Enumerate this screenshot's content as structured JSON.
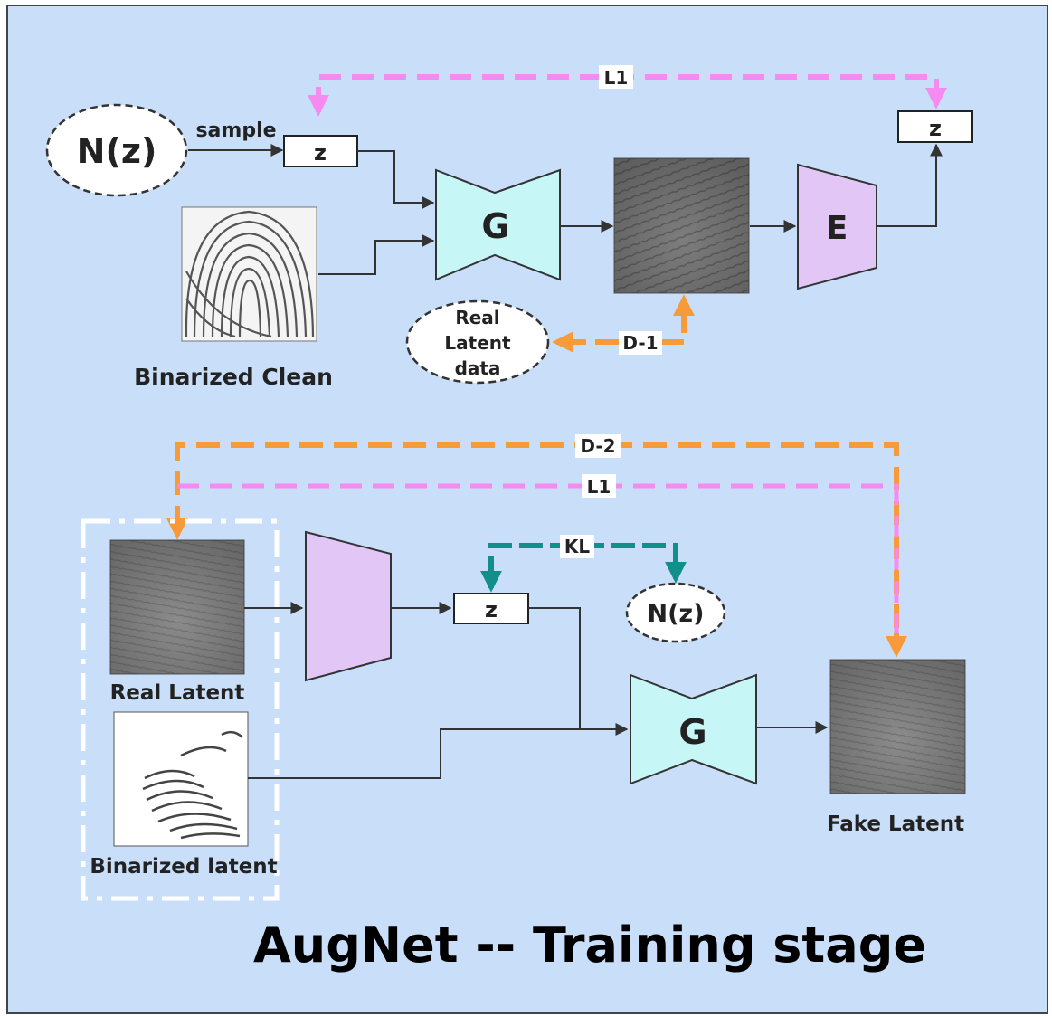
{
  "title": "AugNet -- Training stage",
  "colors": {
    "background": "#c9def8",
    "generator_fill": "#c6f6f6",
    "encoder_fill": "#e2c6f6",
    "l1_line": "#f58af0",
    "d_line": "#f79a3a",
    "kl_line": "#128f8a",
    "arrow": "#333333"
  },
  "top": {
    "noise_label": "N(z)",
    "sample_label": "sample",
    "z_input_label": "z",
    "generator_label": "G",
    "encoder_label": "E",
    "z_output_label": "z",
    "l1_label": "L1",
    "d1_label": "D-1",
    "real_latent_data_line1": "Real",
    "real_latent_data_line2": "Latent",
    "real_latent_data_line3": "data",
    "binarized_clean_caption": "Binarized Clean"
  },
  "bottom": {
    "d2_label": "D-2",
    "l1_label": "L1",
    "kl_label": "KL",
    "z_label": "z",
    "noise_label": "N(z)",
    "generator_label": "G",
    "real_latent_caption": "Real Latent",
    "binarized_latent_caption": "Binarized latent",
    "fake_latent_caption": "Fake Latent"
  }
}
